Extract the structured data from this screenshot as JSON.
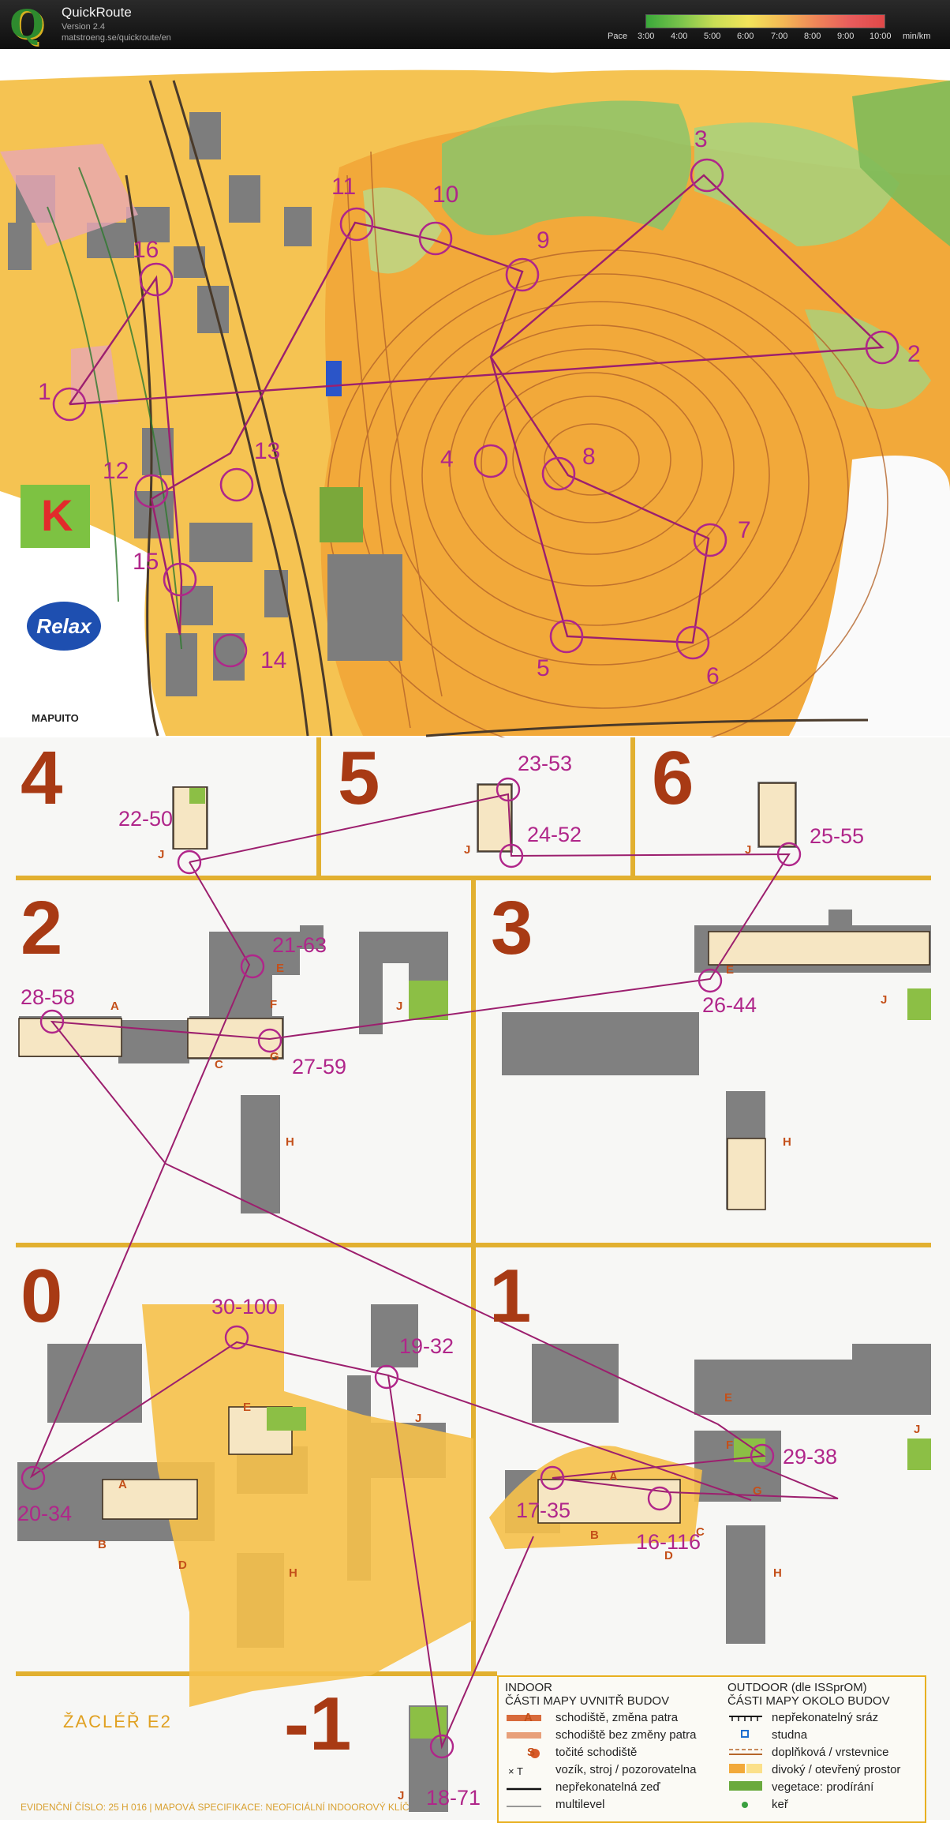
{
  "app": {
    "title": "QuickRoute",
    "version": "Version 2.4",
    "url": "matstroeng.se/quickroute/en",
    "pace_label": "Pace",
    "pace_ticks": [
      "3:00",
      "4:00",
      "5:00",
      "6:00",
      "7:00",
      "8:00",
      "9:00",
      "10:00"
    ],
    "pace_unit": "min/km"
  },
  "outdoor_controls": [
    "1",
    "2",
    "3",
    "4",
    "5",
    "6",
    "7",
    "8",
    "9",
    "10",
    "11",
    "12",
    "13",
    "14",
    "15",
    "16"
  ],
  "floors": [
    "4",
    "5",
    "6",
    "2",
    "3",
    "0",
    "1",
    "-1"
  ],
  "indoor_controls": [
    "22-50",
    "23-53",
    "24-52",
    "25-55",
    "21-63",
    "28-58",
    "27-59",
    "26-44",
    "30-100",
    "19-32",
    "20-34",
    "17-35",
    "16-116",
    "29-38",
    "18-71"
  ],
  "room_letters": {
    "A": "A",
    "B": "B",
    "C": "C",
    "D": "D",
    "E": "E",
    "F": "F",
    "G": "G",
    "H": "H",
    "J": "J"
  },
  "sponsors": {
    "relax": "Relax",
    "kubik": "K",
    "mapuito": "MAPUITO"
  },
  "event_mark": "ŽACLÉŘ E2",
  "footer": "EVIDENČNÍ ČÍSLO: 25 H 016  |  MAPOVÁ SPECIFIKACE: NEOFICIÁLNÍ INDOOROVÝ KLÍČ",
  "legend": {
    "indoor_title": "INDOOR",
    "indoor_subtitle": "ČÁSTI MAPY UVNITŘ BUDOV",
    "indoor_items": [
      {
        "letter": "A",
        "label": "schodiště, změna patra"
      },
      {
        "letter": "",
        "label": "schodiště bez změny patra"
      },
      {
        "letter": "S",
        "label": "točité schodiště"
      },
      {
        "letter": "× T",
        "label": "vozík, stroj / pozorovatelna"
      },
      {
        "letter": "",
        "label": "nepřekonatelná zeď"
      },
      {
        "letter": "",
        "label": "multilevel"
      }
    ],
    "outdoor_title": "OUTDOOR (dle ISSprOM)",
    "outdoor_subtitle": "ČÁSTI MAPY OKOLO BUDOV",
    "outdoor_items": [
      {
        "label": "nepřekonatelný sráz"
      },
      {
        "label": "studna"
      },
      {
        "label": "doplňková / vrstevnice"
      },
      {
        "label": "divoký / otevřený prostor"
      },
      {
        "label": "vegetace: prodírání"
      },
      {
        "label": "keř"
      }
    ]
  },
  "colors": {
    "route": "#9c1f6e",
    "control": "#b0268a",
    "open_land": "#f3b23c",
    "rough": "#fbe08a",
    "forest_green": "#8cc46a",
    "building": "#808080",
    "floor_number": "#a83a14",
    "divider": "#e2b030"
  }
}
